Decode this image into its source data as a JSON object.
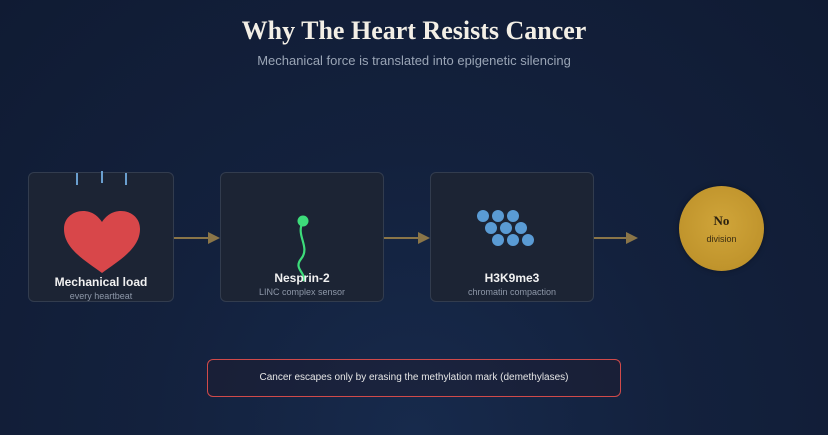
{
  "header": {
    "title": "Why The Heart Resists Cancer",
    "subtitle": "Mechanical force is translated into epigenetic silencing"
  },
  "steps": [
    {
      "label": "Mechanical load",
      "sublabel": "every heartbeat",
      "icon": "heart-icon"
    },
    {
      "label": "Nesprin-2",
      "sublabel": "LINC complex sensor",
      "icon": "filament-icon"
    },
    {
      "label": "H3K9me3",
      "sublabel": "chromatin compaction",
      "icon": "chromatin-icon"
    }
  ],
  "result": {
    "title": "No",
    "sublabel": "division"
  },
  "note": {
    "text": "Cancer escapes only by erasing the methylation mark (demethylases)"
  },
  "colors": {
    "background": "#13213d",
    "card": "#1c2434",
    "heart": "#d8474a",
    "filament": "#3ddc7a",
    "chromatin": "#5a9bd4",
    "arrow": "#8a7548",
    "result": "#c6992e",
    "note_border": "#d04a4a"
  }
}
